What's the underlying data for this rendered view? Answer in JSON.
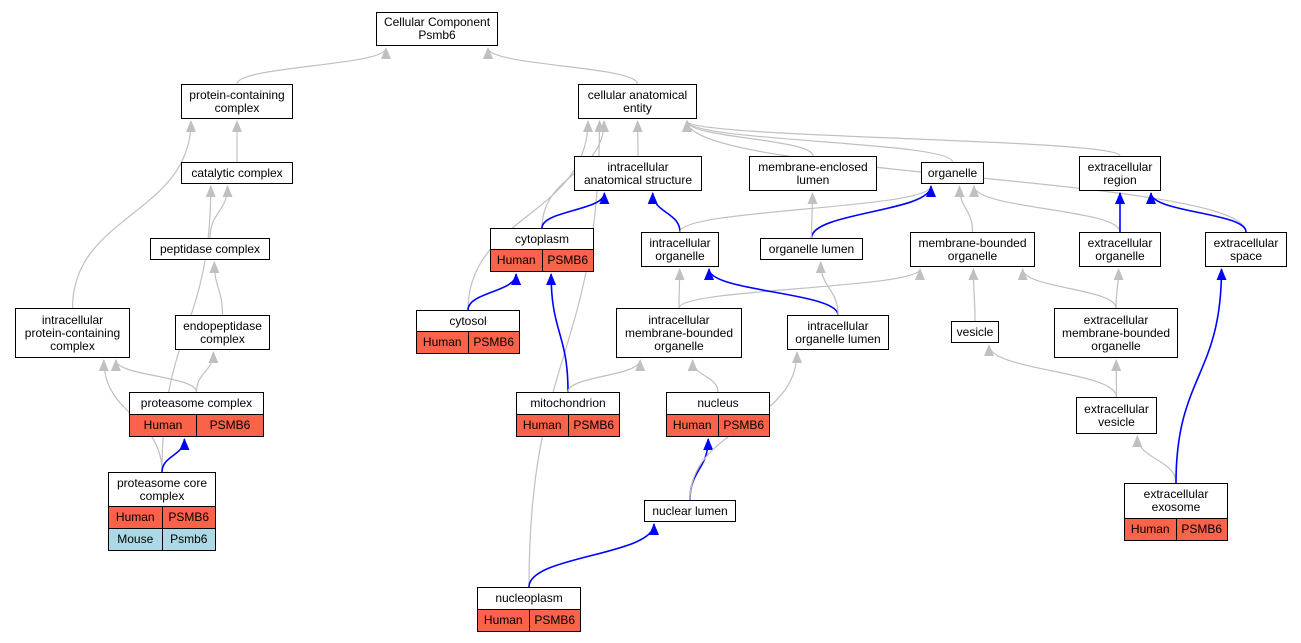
{
  "colors": {
    "edge_default": "#c0c0c0",
    "edge_highlight": "#0000ff",
    "human": "#fa6249",
    "mouse": "#add8e6"
  },
  "nodes": {
    "root": {
      "label": "Cellular Component\nPsmb6"
    },
    "protein_containing_complex": {
      "label": "protein-containing\ncomplex"
    },
    "cellular_anatomical_entity": {
      "label": "cellular anatomical\nentity"
    },
    "catalytic_complex": {
      "label": "catalytic complex"
    },
    "intracellular_anatomical_structure": {
      "label": "intracellular\nanatomical structure"
    },
    "membrane_enclosed_lumen": {
      "label": "membrane-enclosed\nlumen"
    },
    "organelle": {
      "label": "organelle"
    },
    "extracellular_region": {
      "label": "extracellular\nregion"
    },
    "peptidase_complex": {
      "label": "peptidase complex"
    },
    "cytoplasm": {
      "label": "cytoplasm",
      "rows": [
        {
          "species": "Human",
          "gene": "PSMB6"
        }
      ]
    },
    "intracellular_organelle": {
      "label": "intracellular\norganelle"
    },
    "organelle_lumen": {
      "label": "organelle lumen"
    },
    "membrane_bounded_organelle": {
      "label": "membrane-bounded\norganelle"
    },
    "extracellular_organelle": {
      "label": "extracellular\norganelle"
    },
    "extracellular_space": {
      "label": "extracellular\nspace"
    },
    "intracellular_protein_containing_complex": {
      "label": "intracellular\nprotein-containing\ncomplex"
    },
    "endopeptidase_complex": {
      "label": "endopeptidase\ncomplex"
    },
    "cytosol": {
      "label": "cytosol",
      "rows": [
        {
          "species": "Human",
          "gene": "PSMB6"
        }
      ]
    },
    "intracellular_membrane_bounded_organelle": {
      "label": "intracellular\nmembrane-bounded\norganelle"
    },
    "intracellular_organelle_lumen": {
      "label": "intracellular\norganelle lumen"
    },
    "vesicle": {
      "label": "vesicle"
    },
    "extracellular_membrane_bounded_organelle": {
      "label": "extracellular\nmembrane-bounded\norganelle"
    },
    "proteasome_complex": {
      "label": "proteasome complex",
      "rows": [
        {
          "species": "Human",
          "gene": "PSMB6"
        }
      ]
    },
    "mitochondrion": {
      "label": "mitochondrion",
      "rows": [
        {
          "species": "Human",
          "gene": "PSMB6"
        }
      ]
    },
    "nucleus": {
      "label": "nucleus",
      "rows": [
        {
          "species": "Human",
          "gene": "PSMB6"
        }
      ]
    },
    "extracellular_vesicle": {
      "label": "extracellular\nvesicle"
    },
    "proteasome_core_complex": {
      "label": "proteasome core\ncomplex",
      "rows": [
        {
          "species": "Human",
          "gene": "PSMB6"
        },
        {
          "species": "Mouse",
          "gene": "Psmb6"
        }
      ]
    },
    "nuclear_lumen": {
      "label": "nuclear lumen"
    },
    "extracellular_exosome": {
      "label": "extracellular\nexosome",
      "rows": [
        {
          "species": "Human",
          "gene": "PSMB6"
        }
      ]
    },
    "nucleoplasm": {
      "label": "nucleoplasm",
      "rows": [
        {
          "species": "Human",
          "gene": "PSMB6"
        }
      ]
    }
  },
  "edges": [
    {
      "from": "protein_containing_complex",
      "to": "root",
      "highlight": false
    },
    {
      "from": "cellular_anatomical_entity",
      "to": "root",
      "highlight": false
    },
    {
      "from": "catalytic_complex",
      "to": "protein_containing_complex",
      "highlight": false
    },
    {
      "from": "intracellular_protein_containing_complex",
      "to": "protein_containing_complex",
      "highlight": false
    },
    {
      "from": "peptidase_complex",
      "to": "catalytic_complex",
      "highlight": false
    },
    {
      "from": "proteasome_core_complex",
      "to": "catalytic_complex",
      "highlight": false
    },
    {
      "from": "endopeptidase_complex",
      "to": "peptidase_complex",
      "highlight": false
    },
    {
      "from": "proteasome_complex",
      "to": "endopeptidase_complex",
      "highlight": false
    },
    {
      "from": "proteasome_complex",
      "to": "intracellular_protein_containing_complex",
      "highlight": false
    },
    {
      "from": "proteasome_core_complex",
      "to": "intracellular_protein_containing_complex",
      "highlight": false
    },
    {
      "from": "proteasome_core_complex",
      "to": "proteasome_complex",
      "highlight": true
    },
    {
      "from": "intracellular_anatomical_structure",
      "to": "cellular_anatomical_entity",
      "highlight": false
    },
    {
      "from": "membrane_enclosed_lumen",
      "to": "cellular_anatomical_entity",
      "highlight": false
    },
    {
      "from": "organelle",
      "to": "cellular_anatomical_entity",
      "highlight": false
    },
    {
      "from": "extracellular_region",
      "to": "cellular_anatomical_entity",
      "highlight": false
    },
    {
      "from": "cytoplasm",
      "to": "cellular_anatomical_entity",
      "highlight": false
    },
    {
      "from": "cytosol",
      "to": "cellular_anatomical_entity",
      "highlight": false
    },
    {
      "from": "nucleoplasm",
      "to": "cellular_anatomical_entity",
      "highlight": false
    },
    {
      "from": "extracellular_space",
      "to": "cellular_anatomical_entity",
      "highlight": false
    },
    {
      "from": "cytoplasm",
      "to": "intracellular_anatomical_structure",
      "highlight": true
    },
    {
      "from": "intracellular_organelle",
      "to": "intracellular_anatomical_structure",
      "highlight": true
    },
    {
      "from": "intracellular_organelle",
      "to": "organelle",
      "highlight": false
    },
    {
      "from": "organelle_lumen",
      "to": "organelle",
      "highlight": true
    },
    {
      "from": "organelle_lumen",
      "to": "membrane_enclosed_lumen",
      "highlight": false
    },
    {
      "from": "membrane_bounded_organelle",
      "to": "organelle",
      "highlight": false
    },
    {
      "from": "extracellular_organelle",
      "to": "organelle",
      "highlight": false
    },
    {
      "from": "extracellular_organelle",
      "to": "extracellular_region",
      "highlight": true
    },
    {
      "from": "extracellular_space",
      "to": "extracellular_region",
      "highlight": true
    },
    {
      "from": "cytosol",
      "to": "cytoplasm",
      "highlight": true
    },
    {
      "from": "mitochondrion",
      "to": "cytoplasm",
      "highlight": true
    },
    {
      "from": "intracellular_membrane_bounded_organelle",
      "to": "intracellular_organelle",
      "highlight": false
    },
    {
      "from": "intracellular_membrane_bounded_organelle",
      "to": "membrane_bounded_organelle",
      "highlight": false
    },
    {
      "from": "intracellular_organelle_lumen",
      "to": "intracellular_organelle",
      "highlight": true
    },
    {
      "from": "intracellular_organelle_lumen",
      "to": "organelle_lumen",
      "highlight": false
    },
    {
      "from": "vesicle",
      "to": "membrane_bounded_organelle",
      "highlight": false
    },
    {
      "from": "extracellular_membrane_bounded_organelle",
      "to": "membrane_bounded_organelle",
      "highlight": false
    },
    {
      "from": "extracellular_membrane_bounded_organelle",
      "to": "extracellular_organelle",
      "highlight": false
    },
    {
      "from": "mitochondrion",
      "to": "intracellular_membrane_bounded_organelle",
      "highlight": false
    },
    {
      "from": "nucleus",
      "to": "intracellular_membrane_bounded_organelle",
      "highlight": false
    },
    {
      "from": "extracellular_vesicle",
      "to": "vesicle",
      "highlight": false
    },
    {
      "from": "extracellular_vesicle",
      "to": "extracellular_membrane_bounded_organelle",
      "highlight": false
    },
    {
      "from": "nuclear_lumen",
      "to": "nucleus",
      "highlight": true
    },
    {
      "from": "nuclear_lumen",
      "to": "intracellular_organelle_lumen",
      "highlight": false
    },
    {
      "from": "nucleoplasm",
      "to": "nuclear_lumen",
      "highlight": true
    },
    {
      "from": "extracellular_exosome",
      "to": "extracellular_vesicle",
      "highlight": false
    },
    {
      "from": "extracellular_exosome",
      "to": "extracellular_space",
      "highlight": true
    }
  ]
}
